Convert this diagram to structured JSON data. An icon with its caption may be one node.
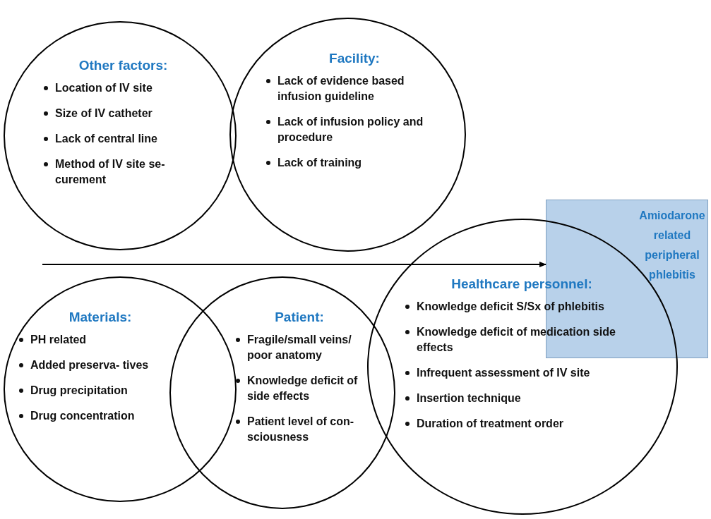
{
  "diagram": {
    "nodes": [
      {
        "text": [
          "Other factors:",
          "Location of IV site",
          "Size of IV catheter",
          "Lack of central line",
          "Method of IV site se- curement"
        ]
      },
      {
        "text": [
          "Facility:",
          "Lack of evidence based infusion guideline",
          "Lack of infusion policy and procedure",
          "Lack of training"
        ]
      },
      {
        "text": [
          "Materials:",
          "PH related",
          "Added preserva- tives",
          "Drug precipitation",
          "Drug concentration"
        ]
      },
      {
        "text": [
          "Patient:",
          "Fragile/small veins/ poor anatomy",
          "Knowledge deficit of side effects",
          "Patient level of con- sciousness"
        ]
      },
      {
        "text": [
          "Healthcare personnel:",
          "Knowledge deficit S/Sx of phlebitis",
          "Knowledge deficit of medication side effects",
          "Infrequent assessment of IV site",
          "Insertion technique",
          "Duration of treatment order"
        ]
      },
      {
        "text": [
          "Amiodarone related peripheral phlebitis"
        ]
      }
    ],
    "edges": [
      {
        "from": null,
        "to": 5,
        "arrow": "to"
      }
    ]
  }
}
